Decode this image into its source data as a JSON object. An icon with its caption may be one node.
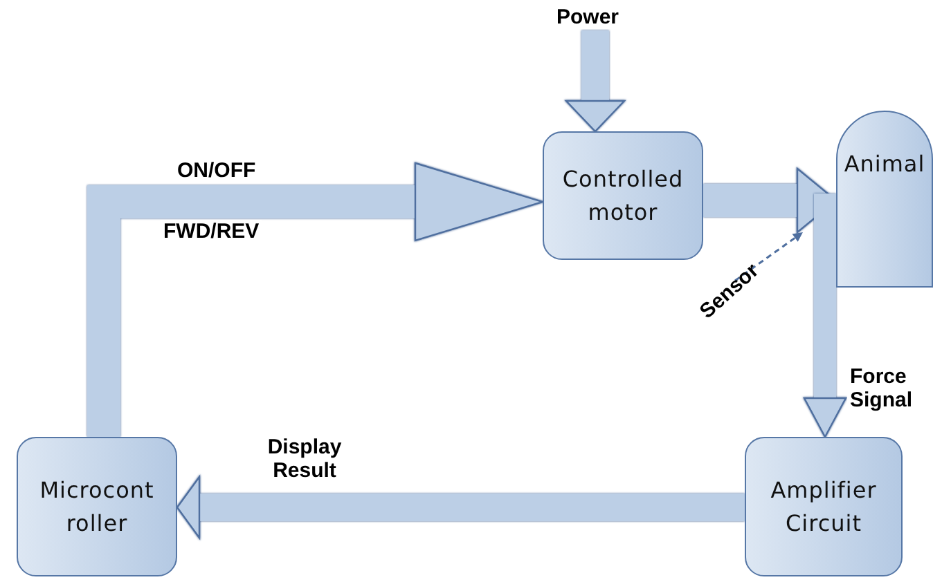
{
  "diagram": {
    "nodes": [
      {
        "text": [
          "Controlled motor"
        ]
      },
      {
        "text": [
          "Animal"
        ]
      },
      {
        "text": [
          "Amplifier Circuit"
        ]
      },
      {
        "text": [
          "Microcont roller"
        ]
      },
      {
        "text": [
          "Sensor"
        ]
      }
    ],
    "edges": [
      {
        "from": null,
        "to": 0,
        "arrow": "to",
        "label": "Power"
      },
      {
        "from": 3,
        "to": 0,
        "arrow": "to",
        "label": "ON/OFF"
      },
      {
        "from": 0,
        "to": 1,
        "arrow": "to"
      },
      {
        "from": 1,
        "to": 2,
        "arrow": "to",
        "label": "Force Signal"
      },
      {
        "from": 2,
        "to": 3,
        "arrow": "to",
        "label": "Display Result"
      },
      {
        "from": 4,
        "to": null,
        "arrow": "to",
        "style": "dashed",
        "color": "#4f6f9f"
      }
    ],
    "labels": [
      "FWD/REV"
    ]
  }
}
